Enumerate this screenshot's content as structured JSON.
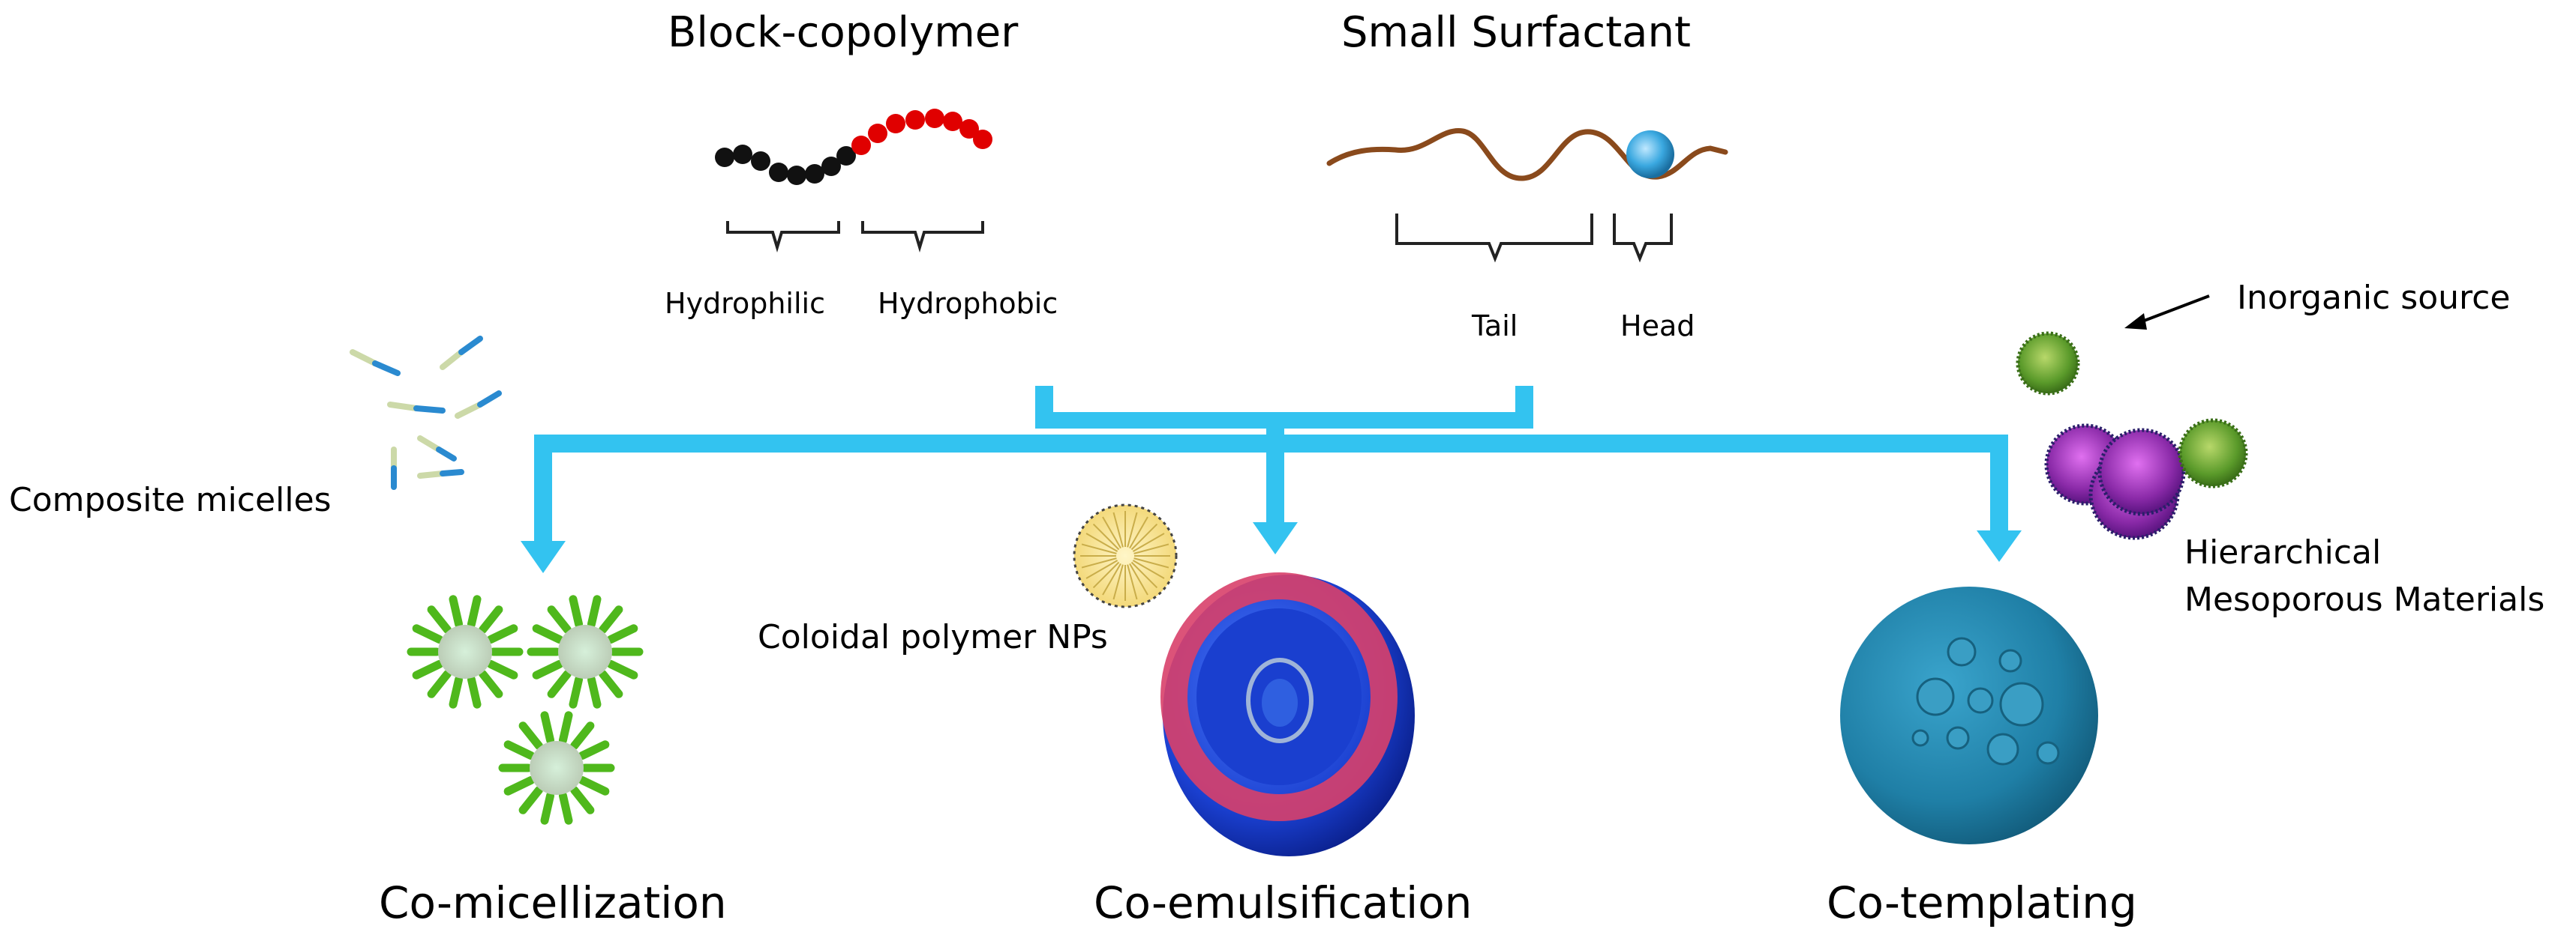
{
  "labels": {
    "block_copolymer": "Block-copolymer",
    "small_surfactant": "Small Surfactant",
    "hydrophilic": "Hydrophilic",
    "hydrophobic": "Hydrophobic",
    "tail": "Tail",
    "head": "Head",
    "inorganic_source": "Inorganic source",
    "composite_micelles": "Composite micelles",
    "coloidal_polymer_nps": "Coloidal polymer NPs",
    "hierarchical_line1": "Hierarchical",
    "hierarchical_line2": "Mesoporous Materials",
    "co_micellization": "Co-micellization",
    "co_emulsification": "Co-emulsification",
    "co_templating": "Co-templating"
  },
  "colors": {
    "connector": "#33c3f0",
    "hydrophilic_beads": "#111111",
    "hydrophobic_beads": "#e00000",
    "surfactant_head": "#3aa8e0",
    "surfactant_tail": "#8a4a1c",
    "micelle_spikes": "#4fb81c",
    "emulsion_blue": "#1a3fcf",
    "emulsion_red": "#d8406a",
    "templating_sphere": "#1f7fa6",
    "inorganic_green": "#5a9a2a",
    "mesoporous_purple": "#8a2aa8"
  }
}
